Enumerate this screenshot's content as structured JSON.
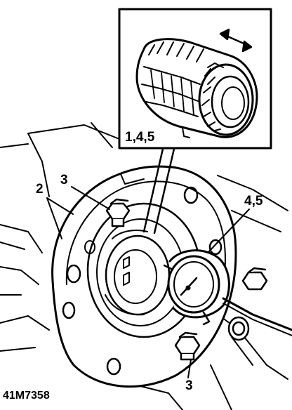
{
  "diagram": {
    "labels": {
      "inset_ref": "1,4,5",
      "part_2": "2",
      "part_3_top": "3",
      "part_45": "4,5",
      "part_3_bottom": "3",
      "figure_id": "41M7358"
    }
  }
}
